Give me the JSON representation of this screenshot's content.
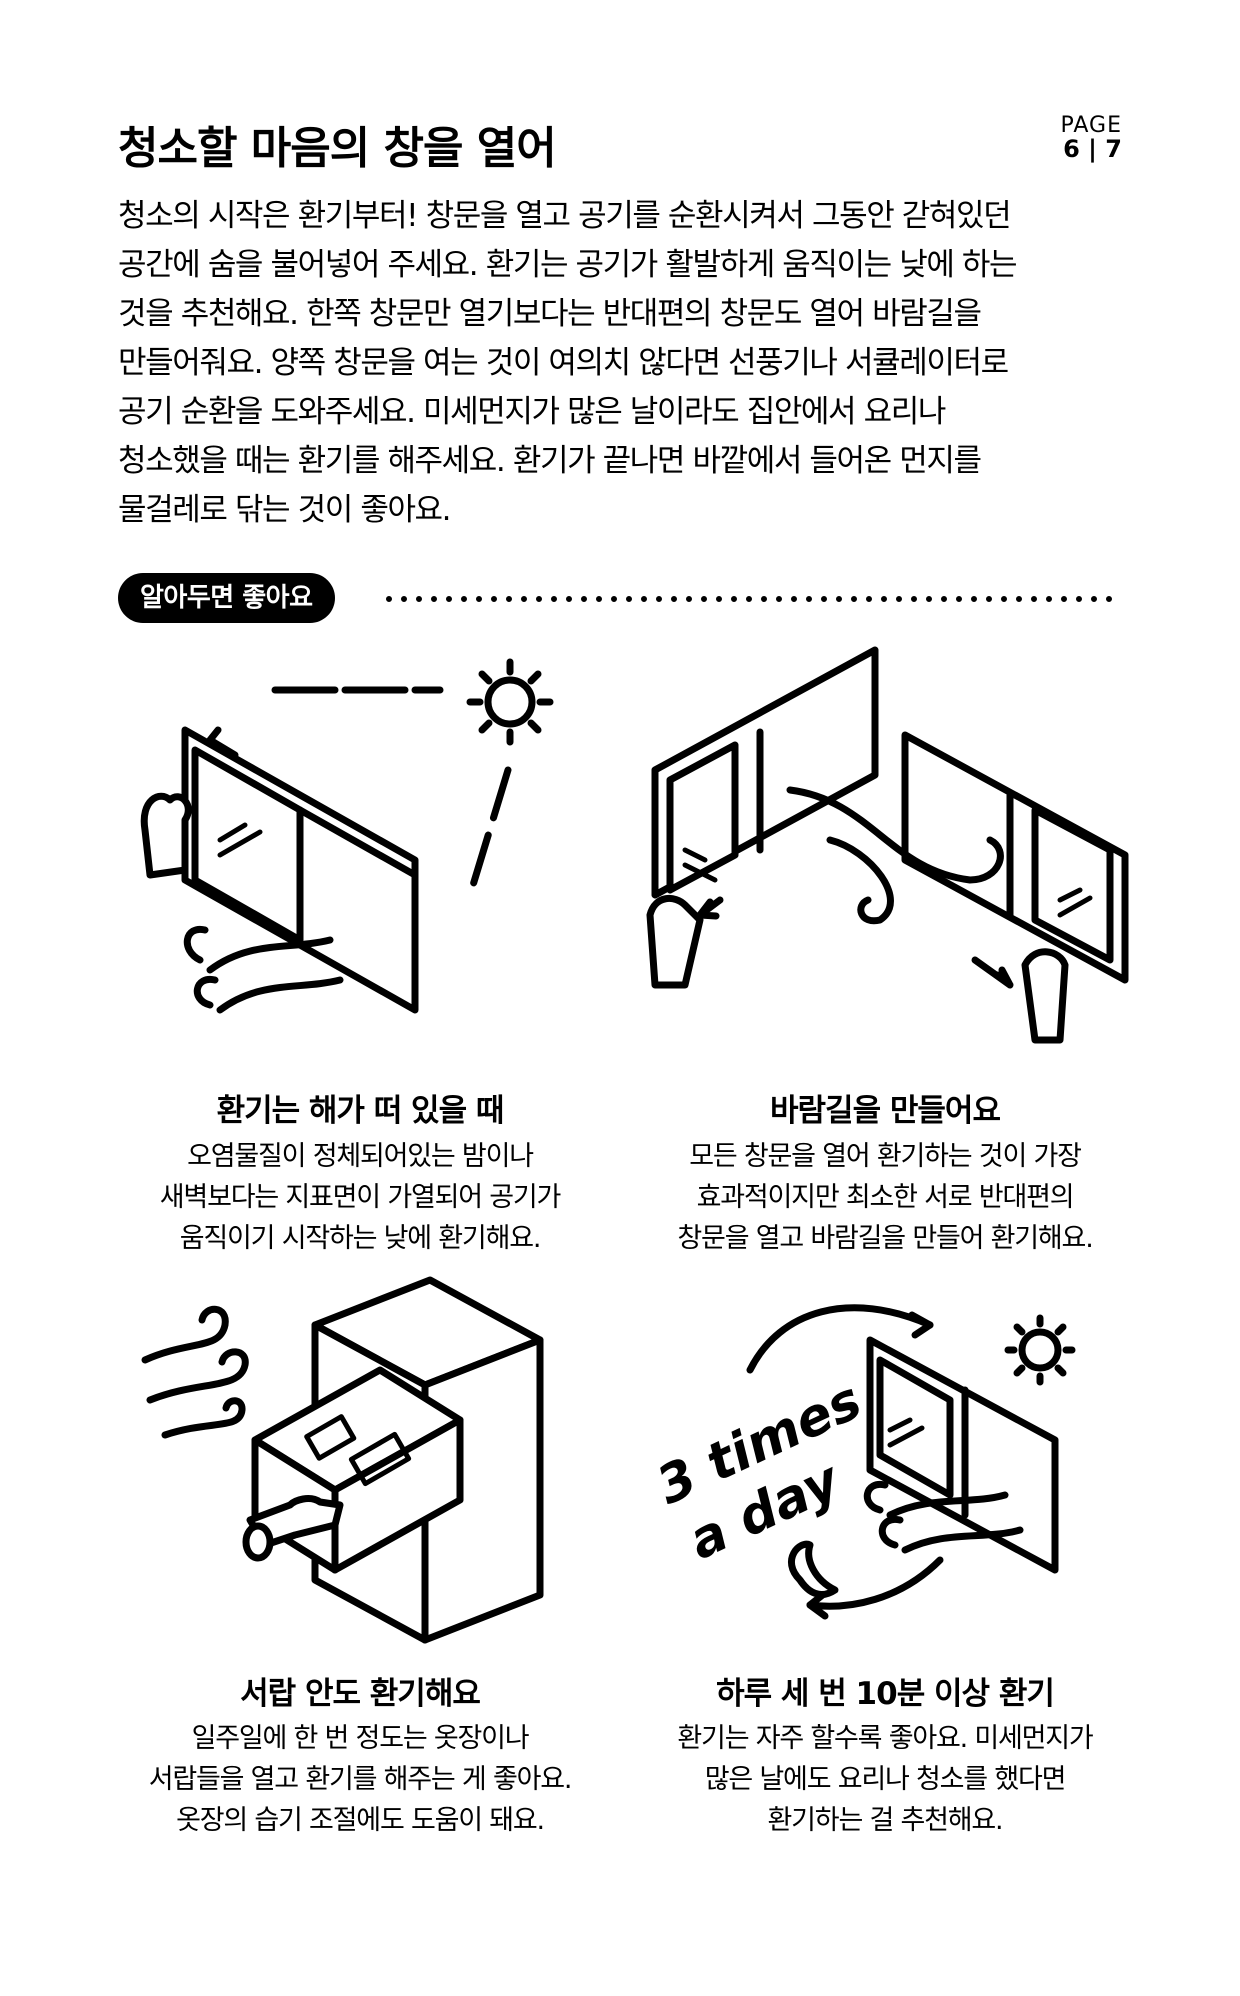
{
  "header": {
    "title": "청소할 마음의 창을 열어",
    "page_label": "PAGE",
    "page_number": "6 | 7"
  },
  "intro": {
    "lines": [
      "청소의 시작은 환기부터! 창문을 열고 공기를 순환시켜서 그동안 갇혀있던",
      "공간에 숨을 불어넣어 주세요. 환기는 공기가 활발하게 움직이는 낮에 하는",
      "것을 추천해요. 한쪽 창문만 열기보다는 반대편의 창문도 열어 바람길을",
      "만들어줘요. 양쪽 창문을 여는 것이 여의치 않다면 선풍기나 서큘레이터로",
      "공기 순환을 도와주세요. 미세먼지가 많은 날이라도 집안에서 요리나",
      "청소했을 때는 환기를 해주세요. 환기가 끝나면 바깥에서 들어온 먼지를",
      "물걸레로 닦는 것이 좋아요."
    ]
  },
  "section": {
    "label": "알아두면 좋아요"
  },
  "cards": [
    {
      "title": "환기는 해가 떠 있을 때",
      "desc": [
        "오염물질이 정체되어있는 밤이나",
        "새벽보다는 지표면이 가열되어 공기가",
        "움직이기 시작하는 낮에 환기해요."
      ],
      "icon": "window-sun-icon"
    },
    {
      "title": "바람길을 만들어요",
      "desc": [
        "모든 창문을 열어 환기하는 것이 가장",
        "효과적이지만 최소한 서로 반대편의",
        "창문을 열고 바람길을 만들어 환기해요."
      ],
      "icon": "cross-ventilation-icon"
    },
    {
      "title": "서랍 안도 환기해요",
      "desc": [
        "일주일에 한 번 정도는 옷장이나",
        "서랍들을 열고 환기를 해주는 게 좋아요.",
        "옷장의 습기 조절에도 도움이 돼요."
      ],
      "icon": "drawer-icon"
    },
    {
      "title": "하루 세 번 10분 이상 환기",
      "desc": [
        "환기는 자주 할수록 좋아요. 미세먼지가",
        "많은 날에도 요리나 청소를 했다면",
        "환기하는 걸 추천해요."
      ],
      "icon": "day-cycle-icon",
      "badge_line1": "3 times",
      "badge_line2": "a day"
    }
  ]
}
